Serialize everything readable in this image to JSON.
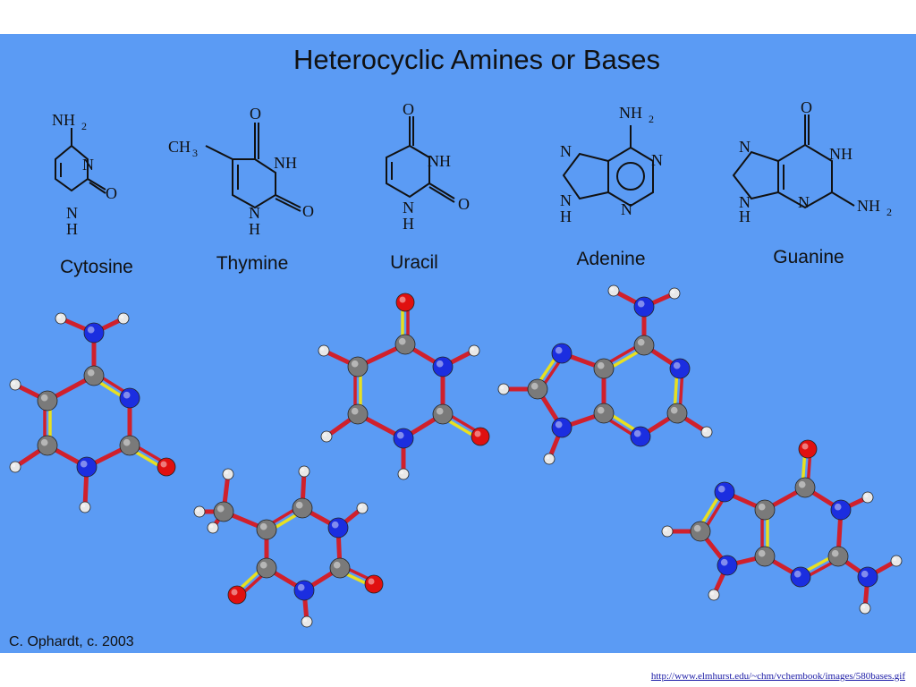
{
  "title": "Heterocyclic Amines or Bases",
  "bases": [
    {
      "name": "Cytosine"
    },
    {
      "name": "Thymine"
    },
    {
      "name": "Uracil"
    },
    {
      "name": "Adenine"
    },
    {
      "name": "Guanine"
    }
  ],
  "atoms": {
    "N": "N",
    "H": "H",
    "O": "O",
    "NH": "NH",
    "NH2": "NH",
    "CH3": "CH",
    "sub2": "2",
    "sub3": "3"
  },
  "credit": "C. Ophardt, c. 2003",
  "source_url": "http://www.elmhurst.edu/~chm/vchembook/images/580bases.gif",
  "colors": {
    "background": "#5b9bf4",
    "carbon": "#7a7a7a",
    "nitrogen": "#1b2ee0",
    "oxygen": "#e01010",
    "hydrogen": "#e8e8e8",
    "single_bond": "#d0202c",
    "double_bond": "#e8e020"
  }
}
